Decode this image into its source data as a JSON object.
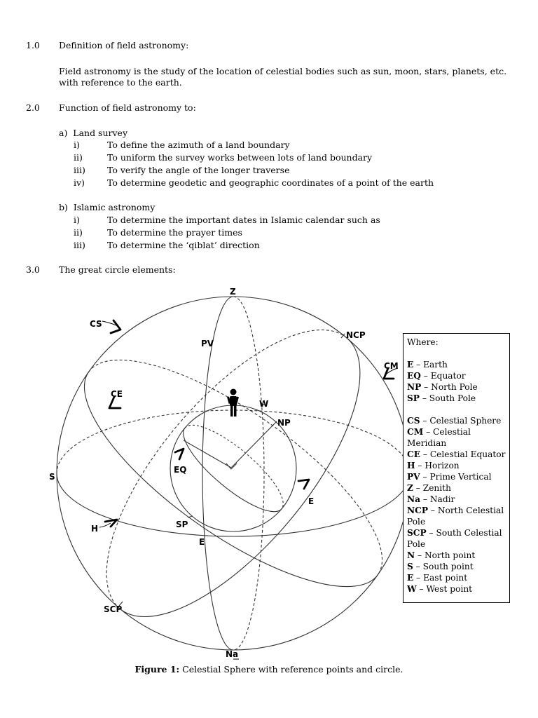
{
  "s1": {
    "num": "1.0",
    "title": "Definition of field astronomy:",
    "body": "Field astronomy is the study of the location of celestial bodies such as sun, moon, stars, planets, etc. with reference to the earth."
  },
  "s2": {
    "num": "2.0",
    "title": "Function of field astronomy to:",
    "a": {
      "label": "a)  Land survey",
      "items": [
        {
          "n": "i)",
          "t": "To define the azimuth of a land boundary"
        },
        {
          "n": "ii)",
          "t": "To uniform the survey works between lots of land boundary"
        },
        {
          "n": "iii)",
          "t": "To verify the angle of the longer traverse"
        },
        {
          "n": "iv)",
          "t": "To determine geodetic and geographic coordinates of a point of the earth"
        }
      ]
    },
    "b": {
      "label": "b)  Islamic astronomy",
      "items": [
        {
          "n": "i)",
          "t": "To determine the important dates in Islamic calendar such as"
        },
        {
          "n": "ii)",
          "t": "To determine the prayer times"
        },
        {
          "n": "iii)",
          "t": "To determine the ‘qiblat’ direction"
        }
      ]
    }
  },
  "s3": {
    "num": "3.0",
    "title": "The great circle elements:"
  },
  "figure": {
    "labels": {
      "z": "Z",
      "na": "Na",
      "s": "S",
      "w": "W",
      "np": "NP",
      "ncp": "NCP",
      "cm": "CM",
      "cs": "CS",
      "pv": "PV",
      "ce": "CE",
      "eq": "EQ",
      "e_earth": "E",
      "e_point": "E",
      "h": "H",
      "sp": "SP",
      "scp": "SCP"
    },
    "legend_title": "Where:",
    "legend": [
      {
        "k": "E",
        "v": " – Earth"
      },
      {
        "k": "EQ",
        "v": " – Equator"
      },
      {
        "k": "NP",
        "v": " – North Pole"
      },
      {
        "k": "SP",
        "v": " – South Pole"
      },
      {
        "k": "CS",
        "v": " – Celestial Sphere"
      },
      {
        "k": "CM",
        "v": " – Celestial Meridian"
      },
      {
        "k": "CE",
        "v": " – Celestial Equator"
      },
      {
        "k": "H",
        "v": " – Horizon"
      },
      {
        "k": "PV",
        "v": " – Prime Vertical"
      },
      {
        "k": "Z",
        "v": " – Zenith"
      },
      {
        "k": "Na",
        "v": " – Nadir"
      },
      {
        "k": "NCP",
        "v": " – North Celestial Pole"
      },
      {
        "k": "SCP",
        "v": " – South Celestial Pole"
      },
      {
        "k": "N",
        "v": " – North point"
      },
      {
        "k": "S",
        "v": " – South point"
      },
      {
        "k": "E",
        "v": " – East point"
      },
      {
        "k": "W",
        "v": " – West point"
      }
    ],
    "caption_bold": "Figure 1:",
    "caption_rest": " Celestial Sphere with reference points and circle."
  }
}
